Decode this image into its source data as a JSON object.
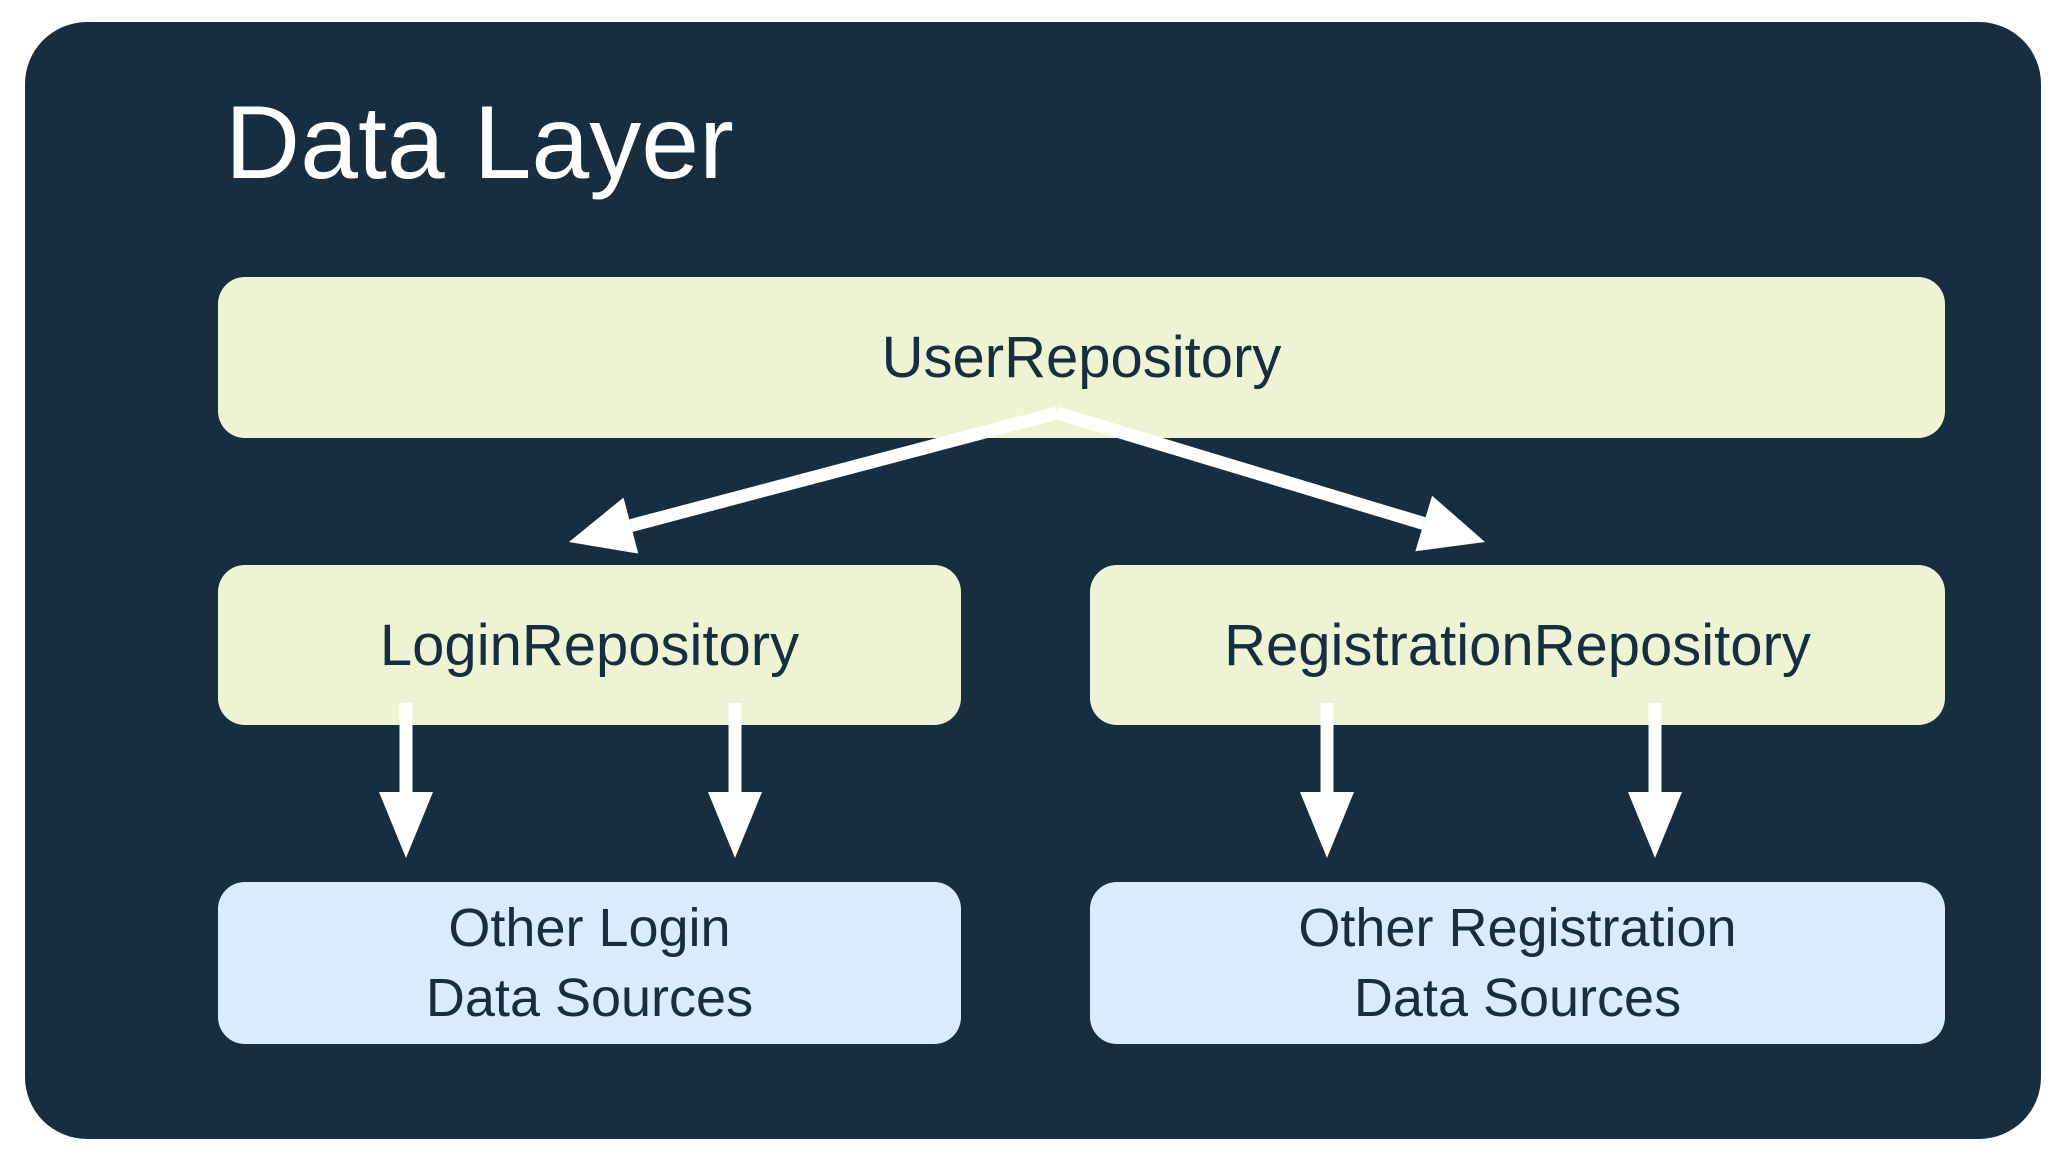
{
  "title": "Data Layer",
  "colors": {
    "page_bg": "#FFFFFF",
    "container": "#162E3F",
    "repo_box": "#EEF4D3",
    "source_box": "#D8ECFC",
    "box_text": "#162E3F",
    "title_text": "#FFFFFF",
    "arrow": "#FFFFFF"
  },
  "nodes": {
    "user_repository": {
      "label": "UserRepository"
    },
    "login_repository": {
      "label": "LoginRepository"
    },
    "registration_repository": {
      "label": "RegistrationRepository"
    },
    "other_login_sources": {
      "line1": "Other Login",
      "line2": "Data Sources"
    },
    "other_registration_sources": {
      "line1": "Other Registration",
      "line2": "Data Sources"
    }
  },
  "edges": [
    "UserRepository -> LoginRepository",
    "UserRepository -> RegistrationRepository",
    "LoginRepository -> Other Login Data Sources (x2)",
    "RegistrationRepository -> Other Registration Data Sources (x2)"
  ]
}
